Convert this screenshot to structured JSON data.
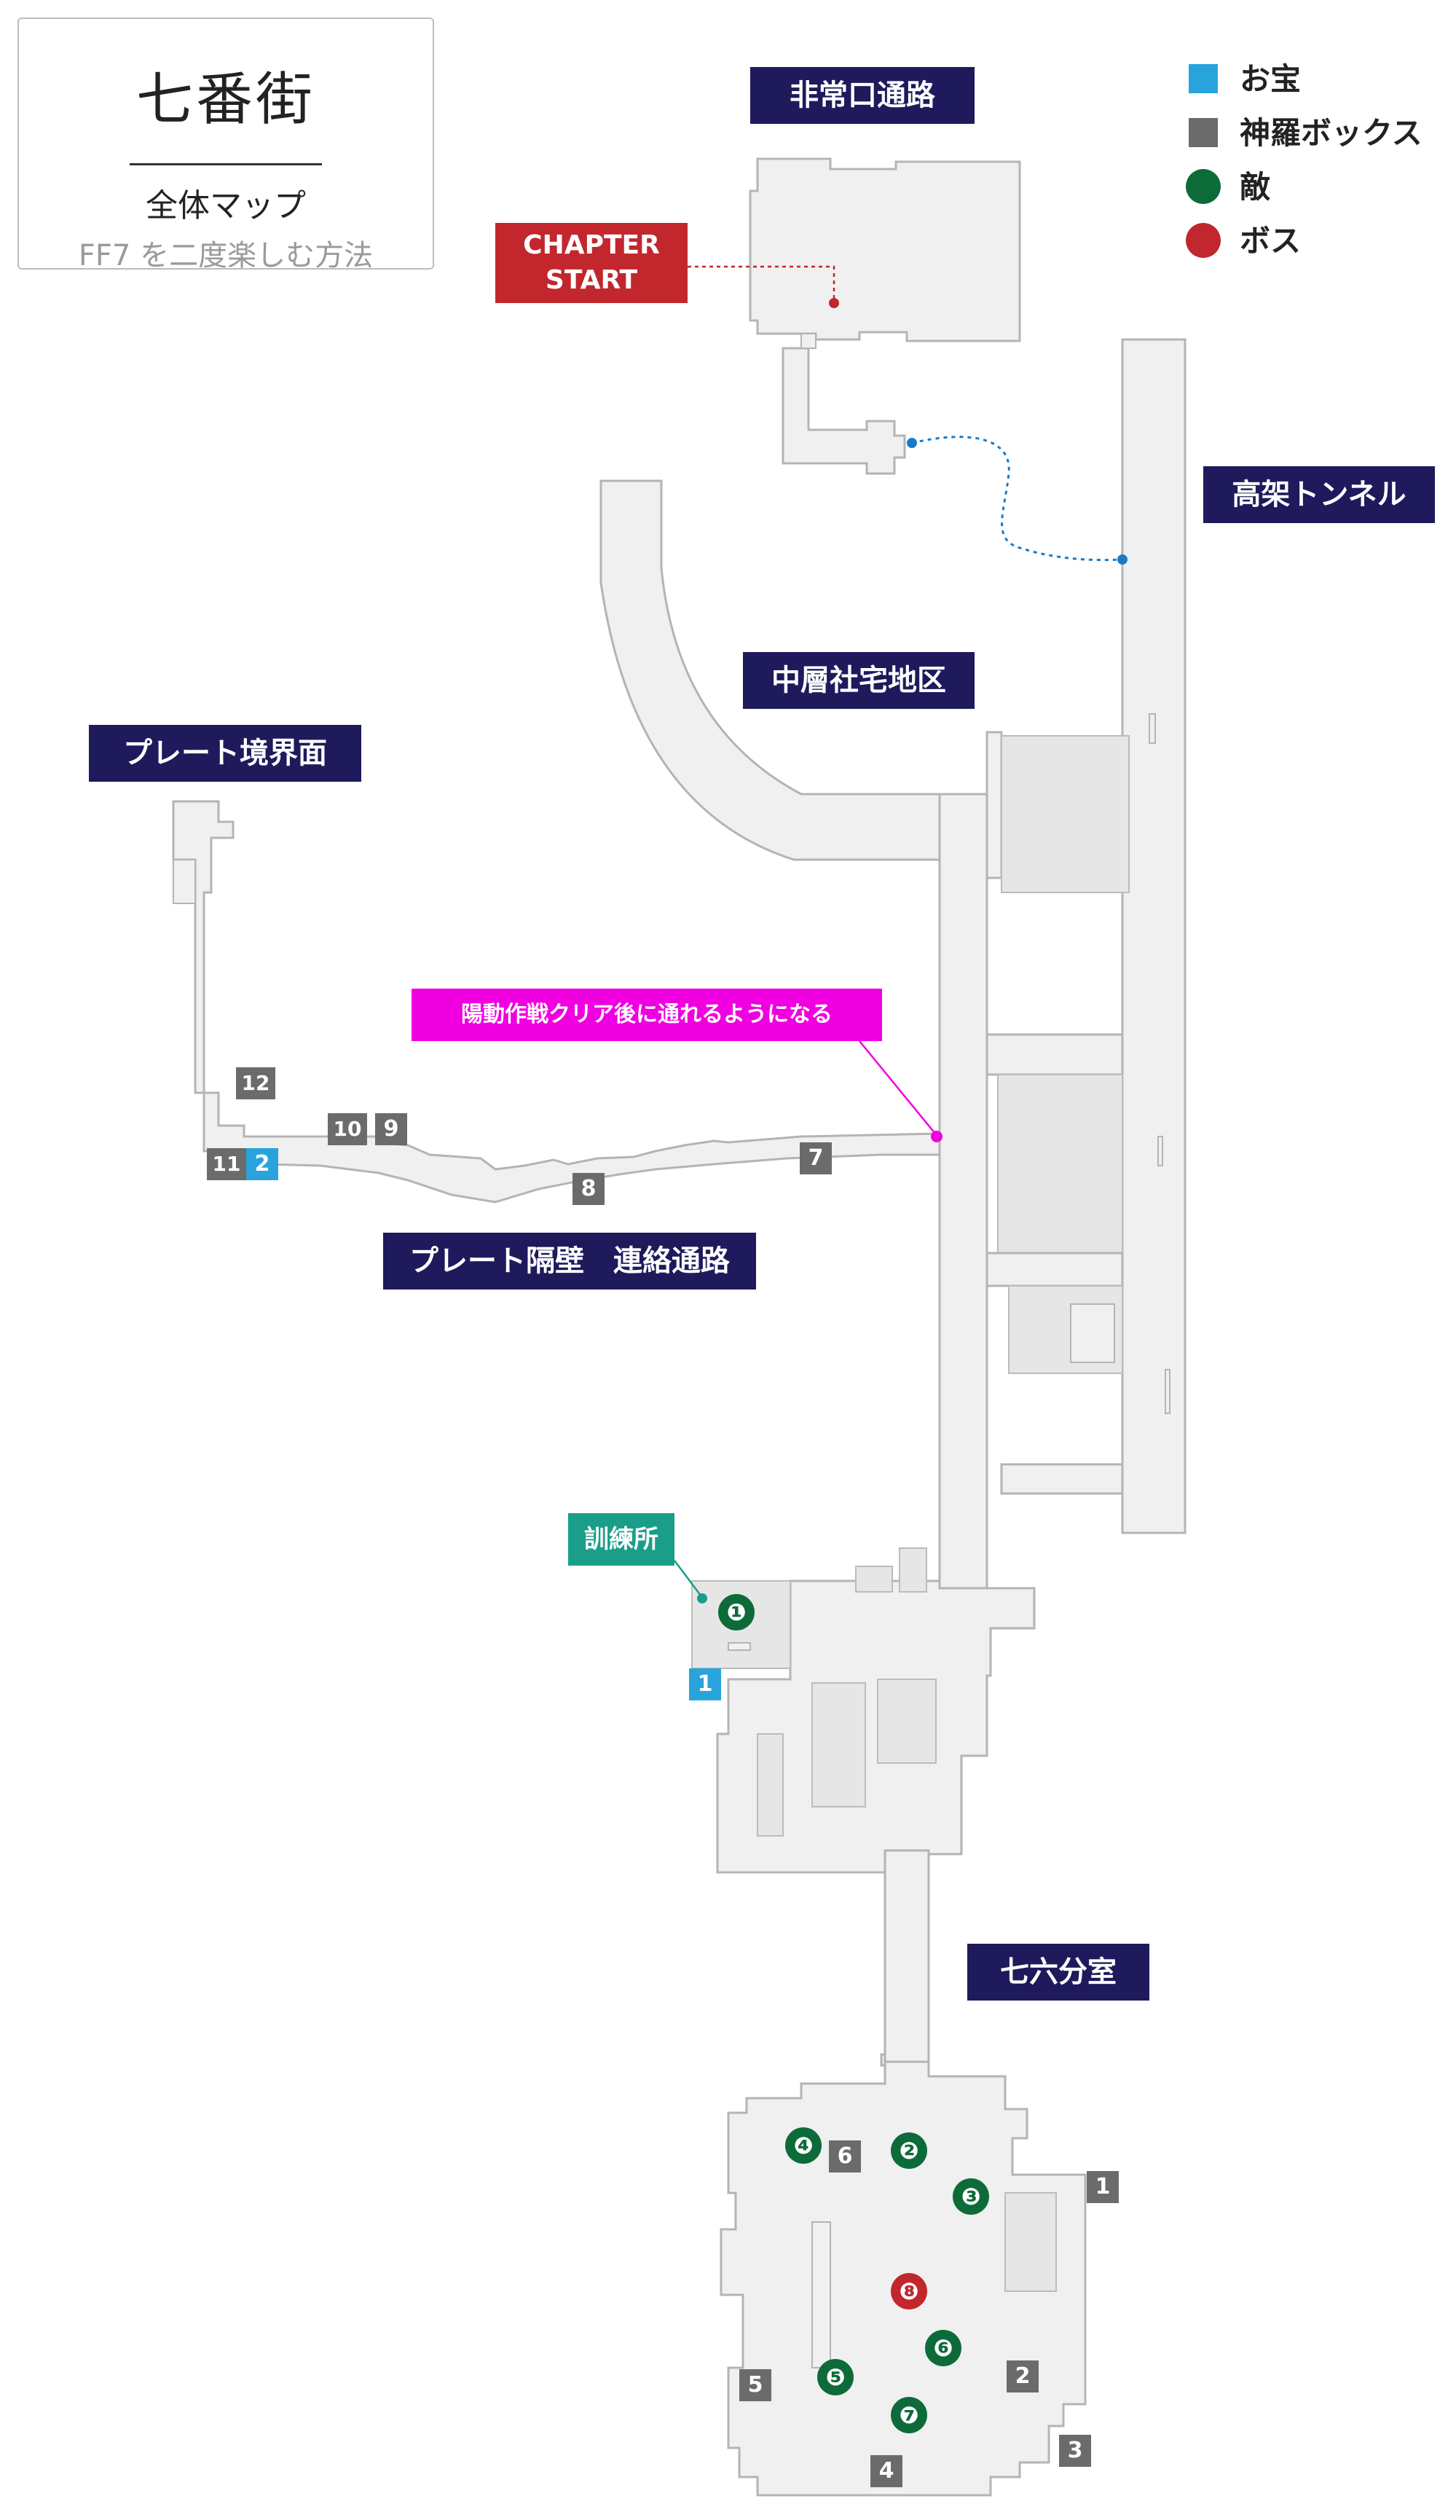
{
  "title": "七番街",
  "subtitle": "全体マップ",
  "site_name": "FF7 を二度楽しむ方法",
  "chapter_start": [
    "CHAPTER",
    "START"
  ],
  "areas": [
    {
      "id": "emergency",
      "label": "非常口通路"
    },
    {
      "id": "tunnel",
      "label": "高架トンネル"
    },
    {
      "id": "residential",
      "label": "中層社宅地区"
    },
    {
      "id": "plate-boundary",
      "label": "プレート境界面"
    },
    {
      "id": "plate-wall",
      "label": "プレート隔壁　連絡通路"
    },
    {
      "id": "sector-76",
      "label": "七六分室"
    }
  ],
  "notes": {
    "diversion": "陽動作戦クリア後に通れるようになる",
    "training": "訓練所"
  },
  "legend": [
    {
      "type": "treasure",
      "label": "お宝",
      "color": "#29a3dc"
    },
    {
      "type": "shinra-box",
      "label": "神羅ボックス",
      "color": "#6b6b6b"
    },
    {
      "type": "enemy",
      "label": "敵",
      "color": "#0d6b3a"
    },
    {
      "type": "boss",
      "label": "ボス",
      "color": "#c1272d"
    }
  ],
  "markers": {
    "treasure": [
      "1",
      "2"
    ],
    "shinra_boxes": [
      "1",
      "2",
      "3",
      "4",
      "5",
      "6",
      "7",
      "8",
      "9",
      "10",
      "11",
      "12"
    ],
    "enemies": [
      "❶",
      "❷",
      "❸",
      "❹",
      "❺",
      "❻",
      "❼"
    ],
    "boss": [
      "❽"
    ]
  }
}
